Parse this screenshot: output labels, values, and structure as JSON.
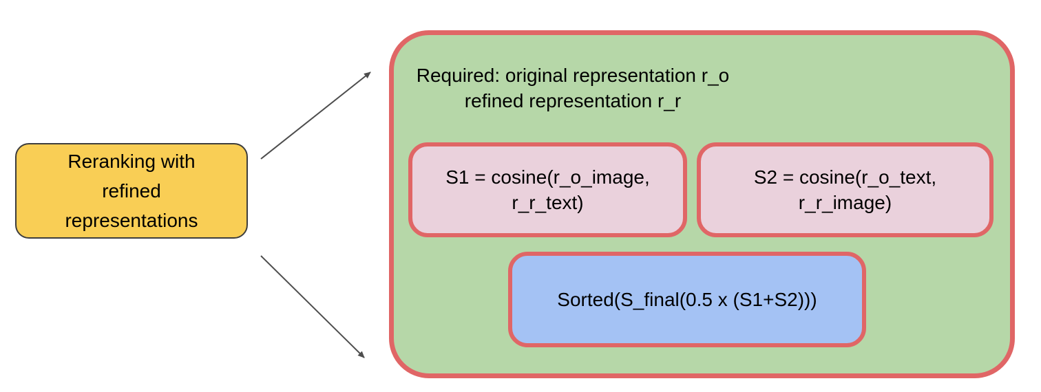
{
  "colors": {
    "source_fill": "#F9CE55",
    "source_border": "#3d3d3d",
    "container_fill": "#B6D7A8",
    "outline_red": "#E06666",
    "score_fill": "#EAD1DC",
    "result_fill": "#A4C2F4",
    "arrow": "#4d4d4d",
    "text": "#000000"
  },
  "source_node": {
    "lines": [
      "Reranking with",
      "refined",
      "representations"
    ]
  },
  "container": {
    "requirements": [
      "Required: original representation r_o",
      "refined representation r_r"
    ],
    "score_boxes": [
      {
        "lines": [
          "S1 = cosine(r_o_image,",
          "r_r_text)"
        ]
      },
      {
        "lines": [
          "S2 = cosine(r_o_text,",
          "r_r_image)"
        ]
      }
    ],
    "result_box": {
      "label": "Sorted(S_final(0.5 x (S1+S2)))"
    }
  }
}
